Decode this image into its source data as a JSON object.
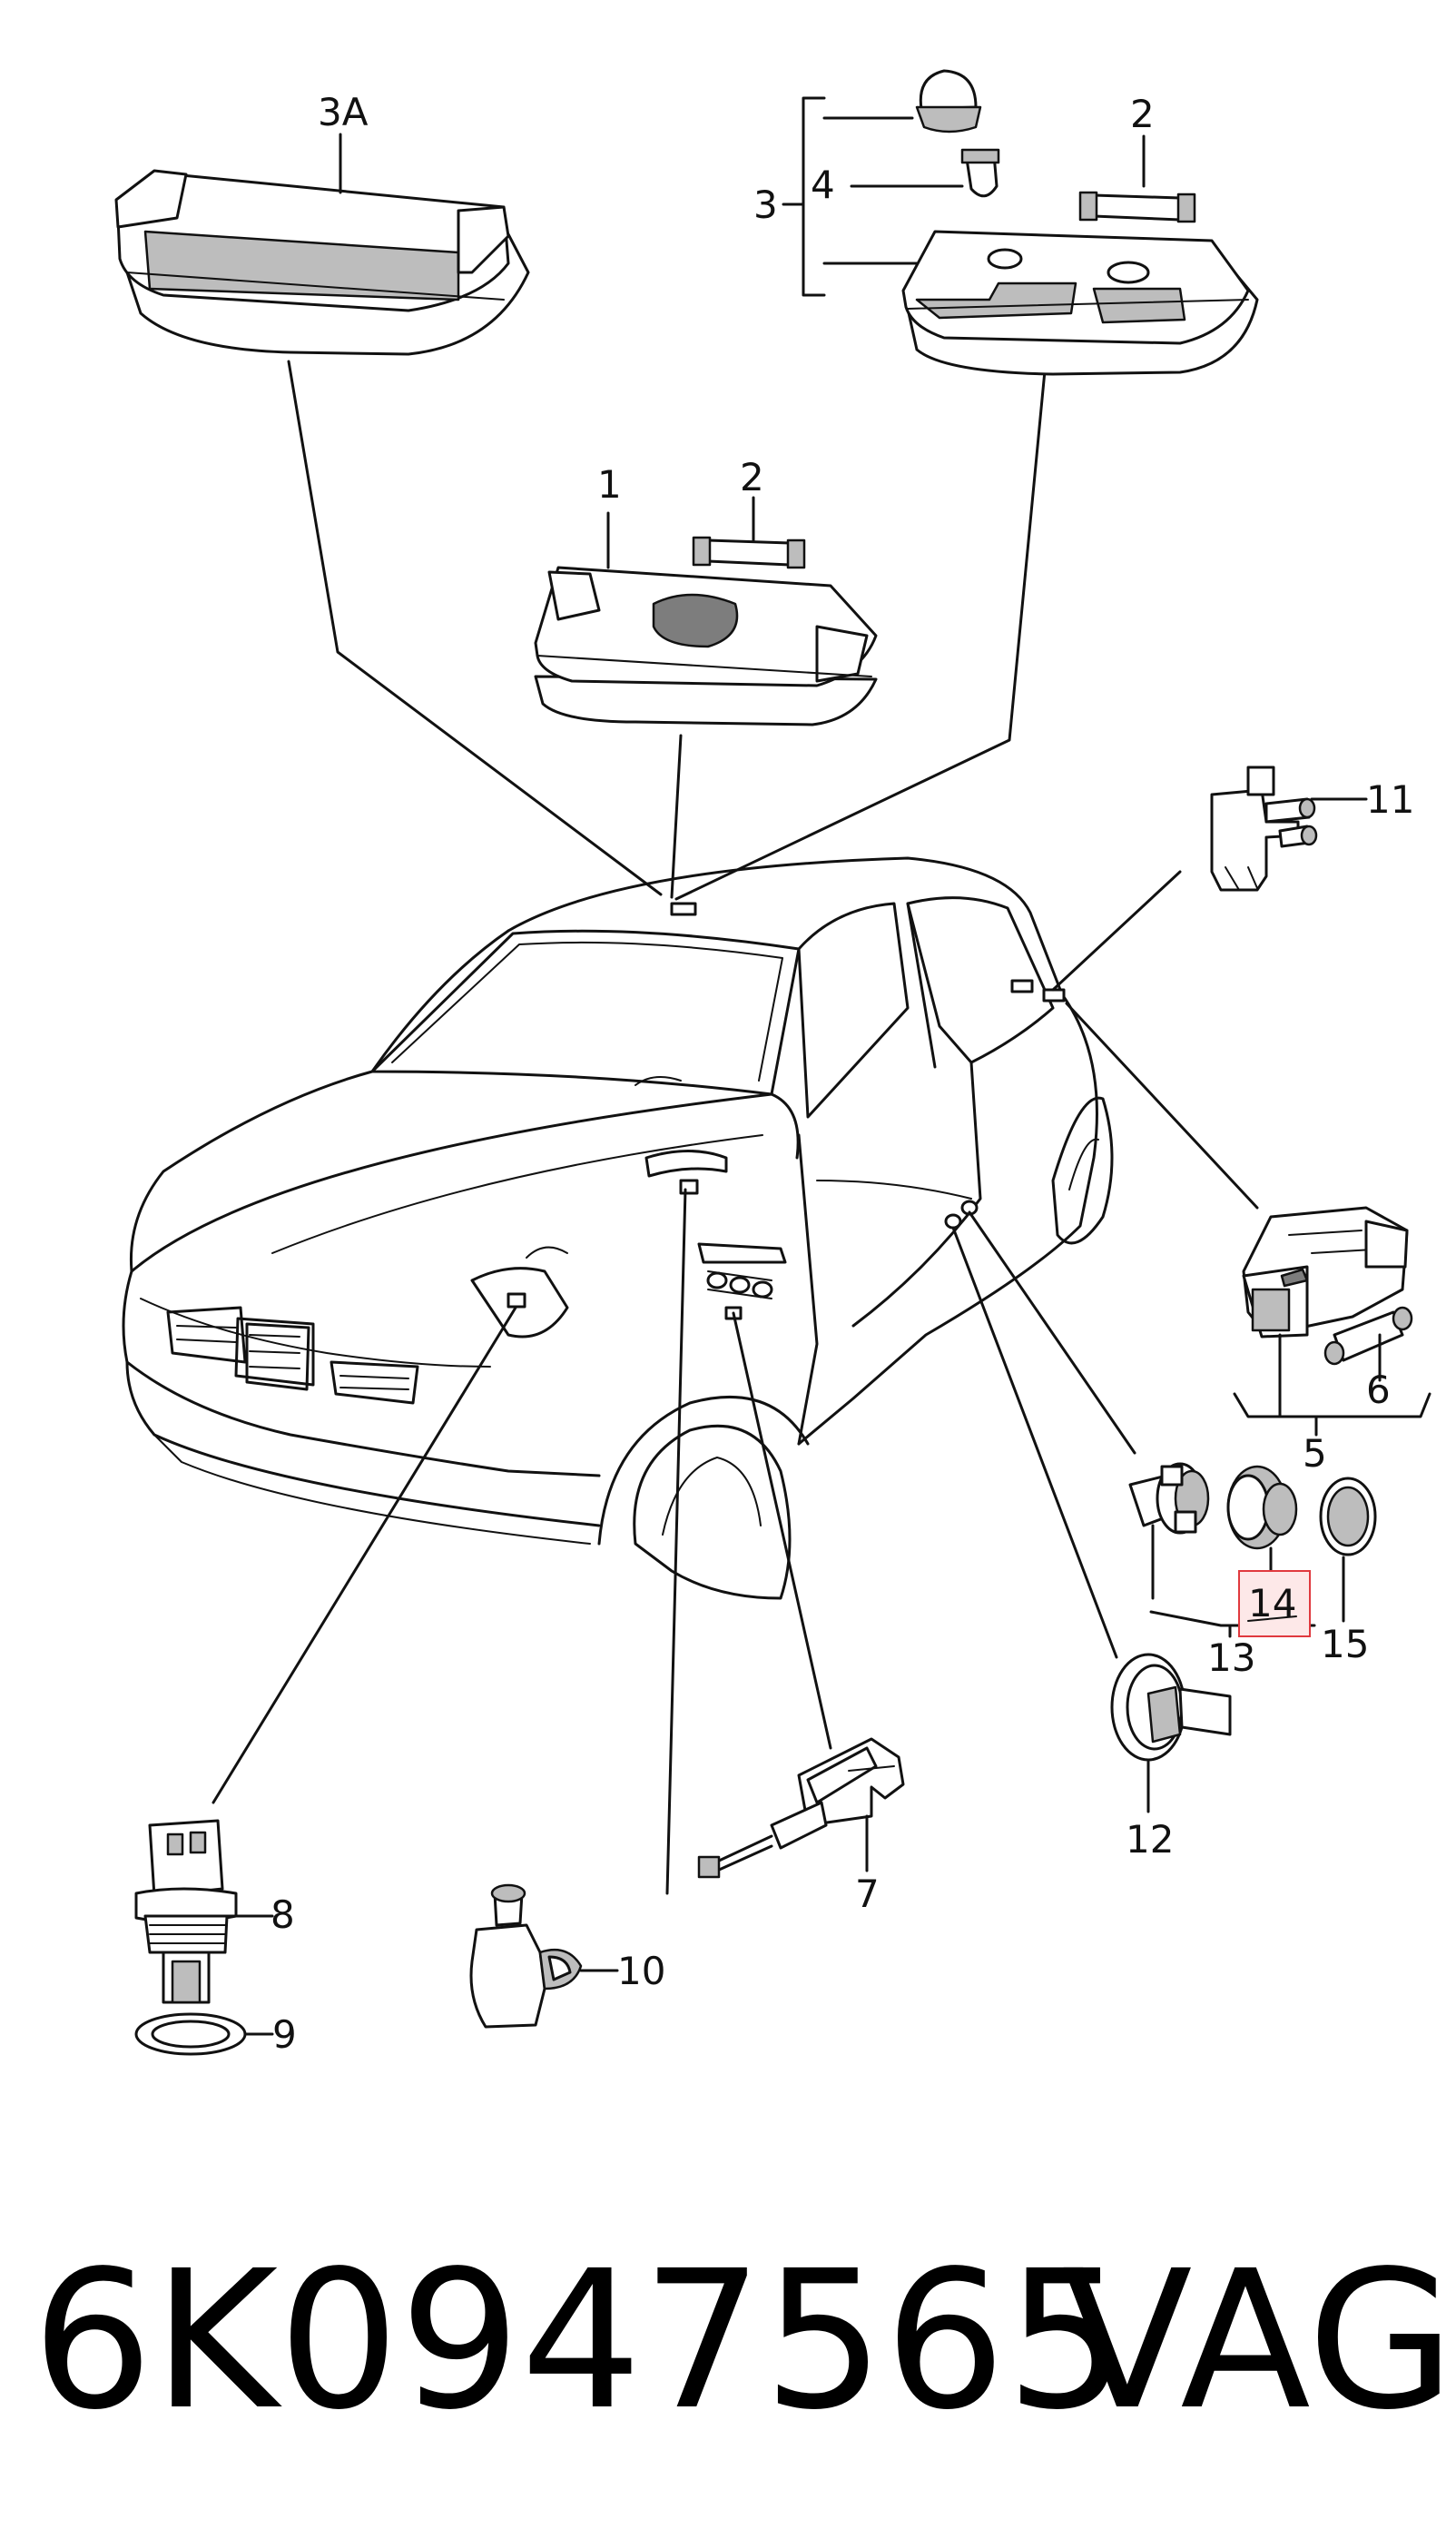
{
  "callouts": {
    "c3a": "3A",
    "c2_top": "2",
    "c3": "3",
    "c4": "4",
    "c1": "1",
    "c2_mid": "2",
    "c11": "11",
    "c6": "6",
    "c5": "5",
    "c14": "14",
    "c13": "13",
    "c15": "15",
    "c12": "12",
    "c8": "8",
    "c9": "9",
    "c10": "10",
    "c7": "7"
  },
  "footer": {
    "part_number": "6K0947565",
    "brand": "VAG"
  },
  "colors": {
    "line": "#111111",
    "highlight_box": "#e0393e",
    "highlight_fill": "#fde8e8"
  }
}
